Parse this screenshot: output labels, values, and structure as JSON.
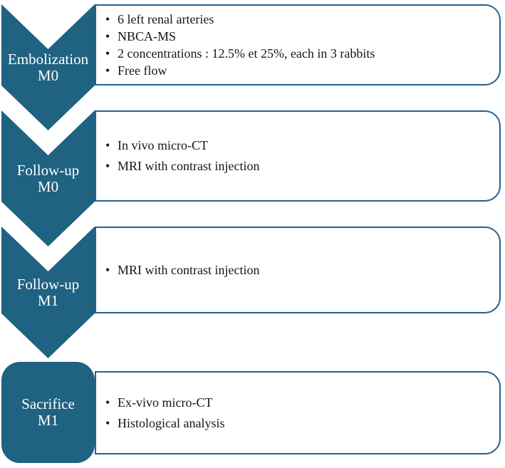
{
  "figure": {
    "type": "vertical-chevron-process-diagram",
    "stage_count": 4
  },
  "colors": {
    "shape_fill": "#1F6282",
    "box_border": "#26608E",
    "label_text": "#FFFFFF",
    "body_text": "#161616",
    "background": "#FFFFFF"
  },
  "stages": [
    {
      "label_line1": "Embolization",
      "label_line2": "M0",
      "bullets": [
        "6 left renal arteries",
        "NBCA-MS",
        "2 concentrations : 12.5% et 25%, each in 3 rabbits",
        "Free flow"
      ]
    },
    {
      "label_line1": "Follow-up",
      "label_line2": "M0",
      "bullets": [
        "In vivo micro-CT",
        "MRI with contrast injection"
      ]
    },
    {
      "label_line1": "Follow-up",
      "label_line2": "M1",
      "bullets": [
        "MRI with contrast injection"
      ]
    },
    {
      "label_line1": "Sacrifice",
      "label_line2": "M1",
      "bullets": [
        "Ex-vivo micro-CT",
        "Histological analysis"
      ]
    }
  ]
}
